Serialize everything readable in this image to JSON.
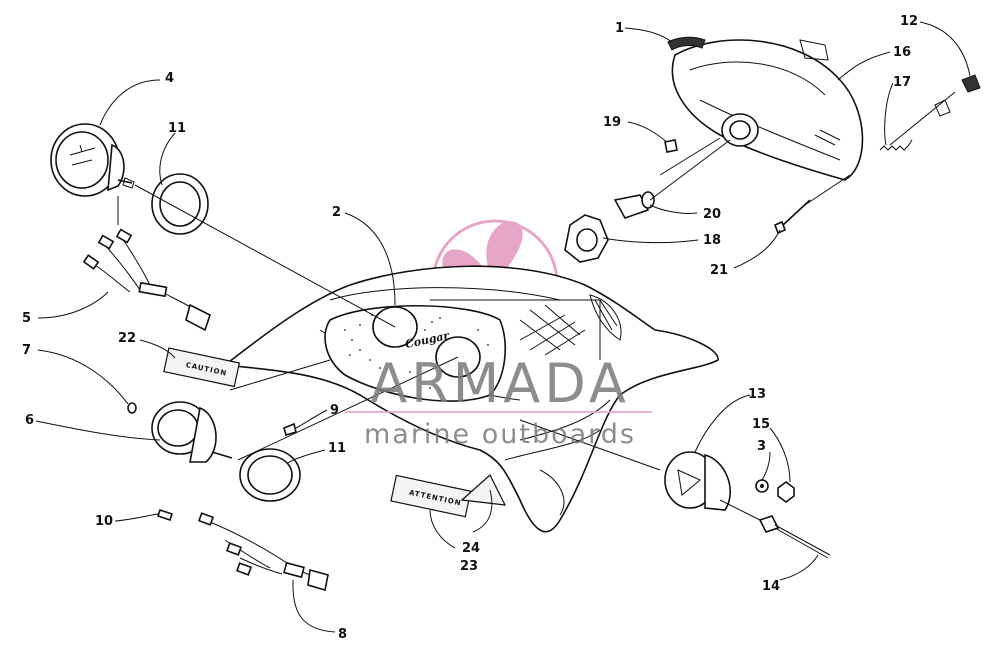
{
  "watermark": {
    "brand": "ARMADA",
    "tagline": "marine outboards",
    "logo_color": "#e7a6c8",
    "text_color": "#7a7a7a",
    "rule_color": "#e7a6c8"
  },
  "decals": {
    "caution": "CAUTION",
    "attention": "ATTENTION",
    "badge_script": "Cougar"
  },
  "callouts": [
    "1",
    "2",
    "3",
    "4",
    "5",
    "6",
    "7",
    "8",
    "9",
    "10",
    "11",
    "11",
    "12",
    "13",
    "14",
    "15",
    "16",
    "17",
    "18",
    "19",
    "20",
    "21",
    "22",
    "23",
    "24"
  ]
}
